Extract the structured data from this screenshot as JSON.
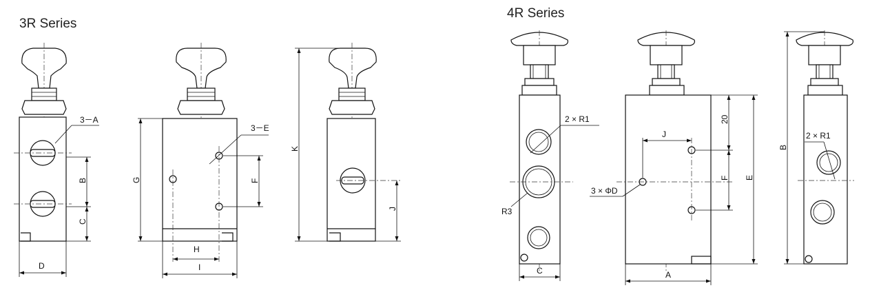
{
  "titles": {
    "series_3r": "3R Series",
    "series_4r": "4R Series"
  },
  "labels_3r": {
    "a": "3－A",
    "b": "B",
    "c": "C",
    "d": "D",
    "e": "3－E",
    "f": "F",
    "g": "G",
    "h": "H",
    "i": "I",
    "j": "J",
    "k": "K"
  },
  "labels_4r": {
    "r1_front": "2 × R1",
    "r3": "R3",
    "c": "C",
    "j": "J",
    "twenty": "20",
    "f": "F",
    "e": "E",
    "d": "3 × ΦD",
    "a": "A",
    "b": "B",
    "r1_side": "2 × R1"
  }
}
